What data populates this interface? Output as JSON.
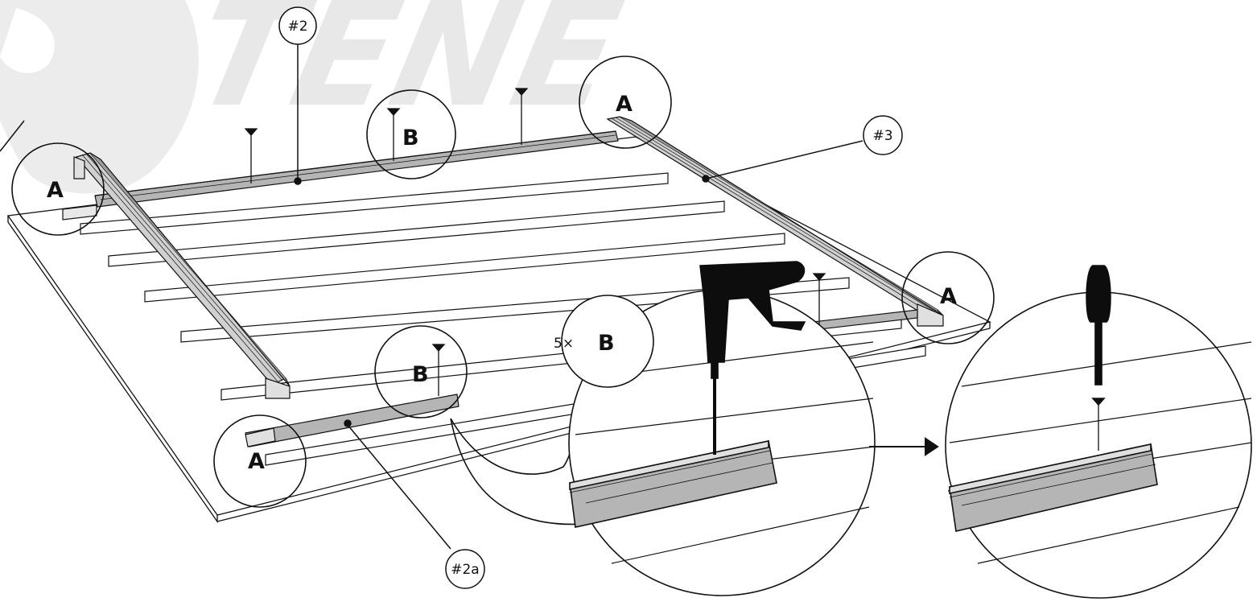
{
  "watermark": {
    "text": "TENE"
  },
  "callouts": {
    "part_2": "#2",
    "part_3": "#3",
    "part_2a": "#2a",
    "a": "A",
    "b": "B"
  },
  "quantity": {
    "count": "5×",
    "letter": "B"
  },
  "colors": {
    "line": "#111111",
    "rail_gray": "#bdbdbd",
    "rail_face": "#9e9e9e",
    "watermark": "#e8e8e8",
    "tool_black": "#0d0d0d"
  },
  "icons": [
    "drill-icon",
    "screwdriver-icon",
    "screw-icon",
    "arrow-right-icon"
  ]
}
